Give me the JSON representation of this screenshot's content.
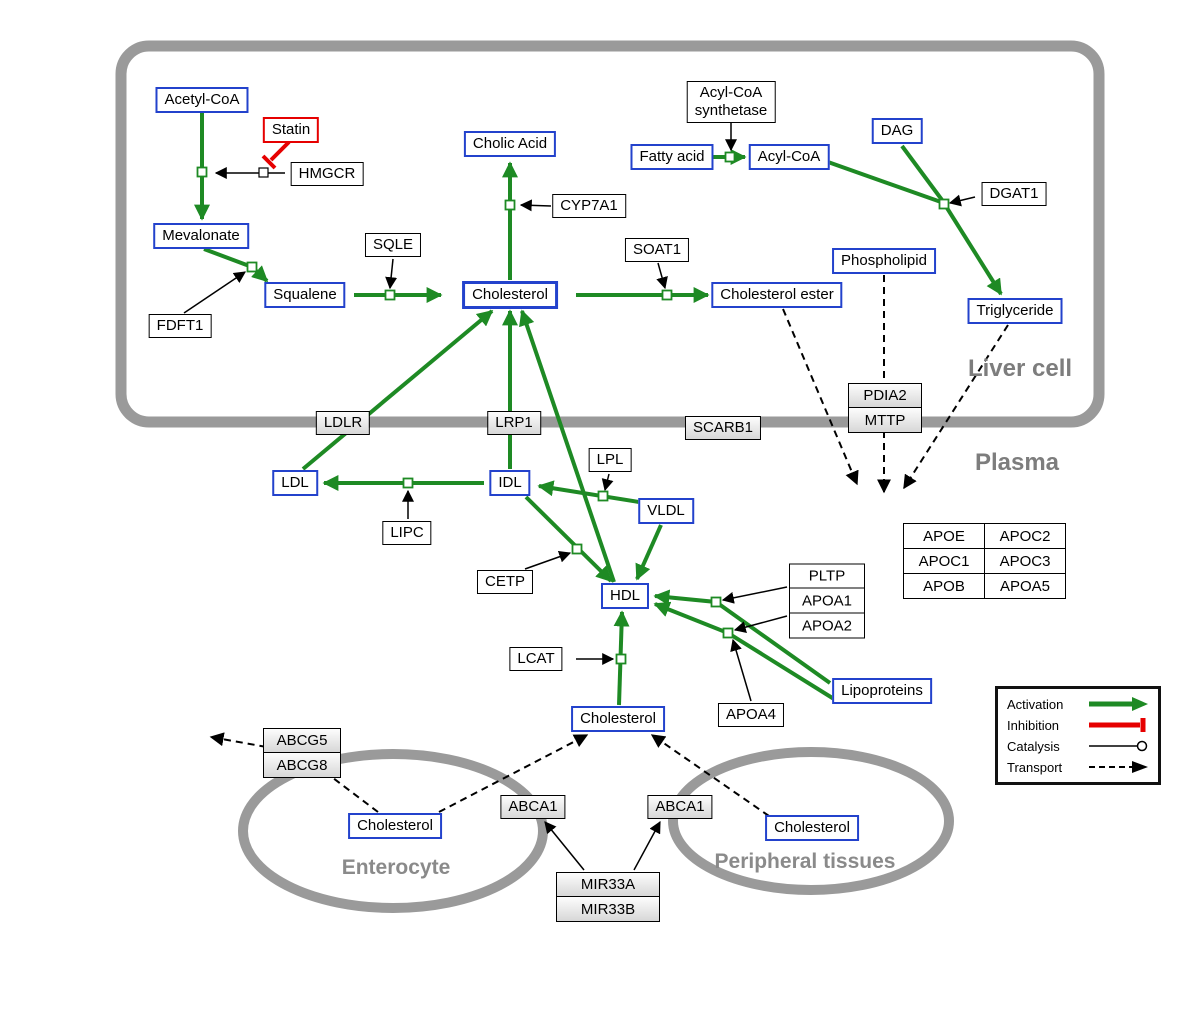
{
  "compartments": {
    "liver_cell": "Liver cell",
    "plasma": "Plasma",
    "enterocyte": "Enterocyte",
    "peripheral_tissues": "Peripheral tissues"
  },
  "nodes": {
    "acetyl_coa": "Acetyl-CoA",
    "statin": "Statin",
    "hmgcr": "HMGCR",
    "mevalonate": "Mevalonate",
    "fdft1": "FDFT1",
    "squalene": "Squalene",
    "sqle": "SQLE",
    "cholic_acid": "Cholic Acid",
    "cyp7a1": "CYP7A1",
    "cholesterol_liver": "Cholesterol",
    "soat1": "SOAT1",
    "cholesterol_ester": "Cholesterol ester",
    "acyl_coa_synthetase_line1": "Acyl-CoA",
    "acyl_coa_synthetase_line2": "synthetase",
    "fatty_acid": "Fatty acid",
    "acyl_coa": "Acyl-CoA",
    "dag": "DAG",
    "dgat1": "DGAT1",
    "phospholipid": "Phospholipid",
    "triglyceride": "Triglyceride",
    "pdia2": "PDIA2",
    "mttp": "MTTP",
    "ldlr": "LDLR",
    "lrp1": "LRP1",
    "scarb1": "SCARB1",
    "ldl": "LDL",
    "idl": "IDL",
    "vldl": "VLDL",
    "lpl": "LPL",
    "lipc": "LIPC",
    "cetp": "CETP",
    "hdl": "HDL",
    "lcat": "LCAT",
    "pltp": "PLTP",
    "apoa1": "APOA1",
    "apoa2": "APOA2",
    "apoa4": "APOA4",
    "lipoproteins": "Lipoproteins",
    "cholesterol_plasma": "Cholesterol",
    "abcg5": "ABCG5",
    "abcg8": "ABCG8",
    "cholesterol_enterocyte": "Cholesterol",
    "abca1_enterocyte": "ABCA1",
    "abca1_peripheral": "ABCA1",
    "cholesterol_peripheral": "Cholesterol",
    "mir33a": "MIR33A",
    "mir33b": "MIR33B"
  },
  "apo_table": {
    "rows": [
      [
        "APOE",
        "APOC2"
      ],
      [
        "APOC1",
        "APOC3"
      ],
      [
        "APOB",
        "APOA5"
      ]
    ]
  },
  "legend": {
    "activation": "Activation",
    "inhibition": "Inhibition",
    "catalysis": "Catalysis",
    "transport": "Transport"
  },
  "colors": {
    "metabolite_border": "#2342cc",
    "activation_green": "#1e8a24",
    "inhibition_red": "#e60000",
    "membrane_gray": "#9a9a9a"
  }
}
